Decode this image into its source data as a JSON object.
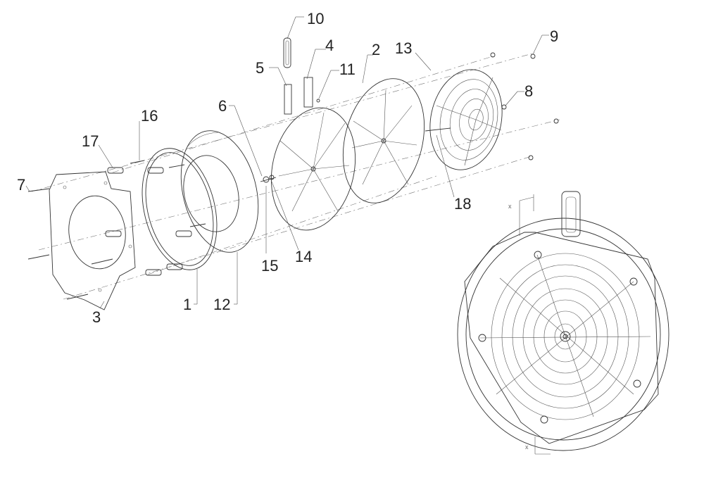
{
  "callouts": [
    "10",
    "4",
    "5",
    "11",
    "2",
    "13",
    "9",
    "8",
    "6",
    "16",
    "17",
    "7",
    "18",
    "15",
    "14",
    "1",
    "12",
    "3"
  ],
  "axis_marks": {
    "top": "x",
    "bottom": "x"
  },
  "footer": ""
}
